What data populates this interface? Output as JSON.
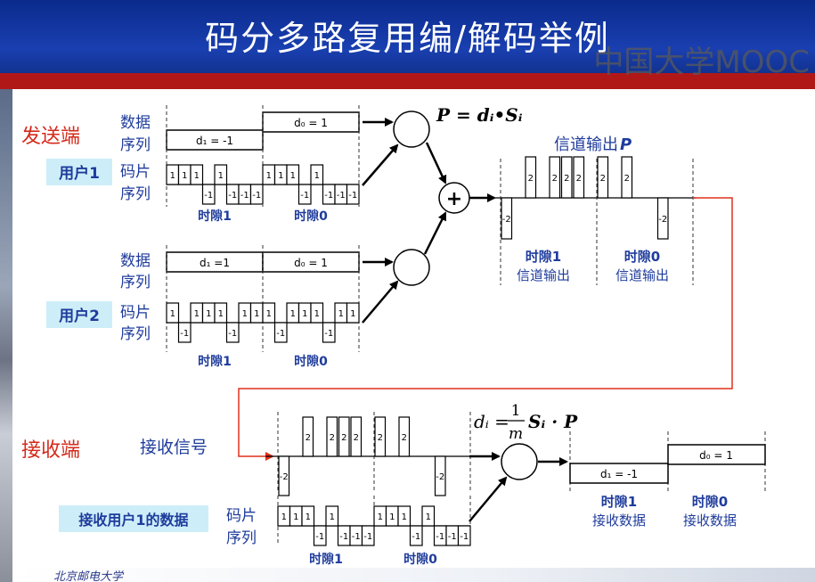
{
  "title": "码分多路复用编/解码举例",
  "watermark": "中国大学MOOC",
  "footer_text": "北京邮电大学",
  "sender": {
    "label": "发送端",
    "user1": {
      "label": "用户1",
      "data_seq_label": [
        "数据",
        "序列"
      ],
      "chip_seq_label": [
        "码片",
        "序列"
      ],
      "d1": "d₁ = -1",
      "d0": "d₀ = 1",
      "chips_slot1": [
        1,
        1,
        1,
        -1,
        1,
        -1,
        -1,
        -1
      ],
      "chips_slot0": [
        1,
        1,
        1,
        -1,
        1,
        -1,
        -1,
        -1
      ],
      "slot1_label": "时隙1",
      "slot0_label": "时隙0"
    },
    "user2": {
      "label": "用户2",
      "data_seq_label": [
        "数据",
        "序列"
      ],
      "chip_seq_label": [
        "码片",
        "序列"
      ],
      "d1": "d₁ =1",
      "d0": "d₀ = 1",
      "chips_slot1": [
        1,
        -1,
        1,
        1,
        1,
        -1,
        1,
        1
      ],
      "chips_slot0": [
        1,
        -1,
        1,
        1,
        1,
        -1,
        1,
        1
      ],
      "slot1_label": "时隙1",
      "slot0_label": "时隙0"
    },
    "formula": "P = dᵢ•Sᵢ",
    "plus": "+"
  },
  "channel": {
    "label": "信道输出",
    "label_var": "P",
    "values_slot1": [
      -2,
      0,
      2,
      0,
      2,
      2,
      2,
      0
    ],
    "values_slot0": [
      2,
      0,
      2,
      0,
      0,
      -2,
      0,
      0
    ],
    "slot1_label": [
      "时隙1",
      "信道输出"
    ],
    "slot0_label": [
      "时隙0",
      "信道输出"
    ]
  },
  "receiver": {
    "label": "接收端",
    "signal_label": "接收信号",
    "user_label": "接收用户1的数据",
    "chip_seq_label": [
      "码片",
      "序列"
    ],
    "formula_lhs": "dᵢ =",
    "formula_num": "1",
    "formula_den": "m",
    "formula_rhs": "Sᵢ · P",
    "signal_slot1": [
      -2,
      0,
      2,
      0,
      2,
      2,
      2,
      0
    ],
    "signal_slot0": [
      2,
      0,
      2,
      0,
      0,
      -2,
      0,
      0
    ],
    "chips_slot1": [
      1,
      1,
      1,
      -1,
      1,
      -1,
      -1,
      -1
    ],
    "chips_slot0": [
      1,
      1,
      1,
      -1,
      1,
      -1,
      -1,
      -1
    ],
    "slot1_label": "时隙1",
    "slot0_label": "时隙0",
    "out_d1": "d₁ = -1",
    "out_d0": "d₀ = 1",
    "out_slot1_label": [
      "时隙1",
      "接收数据"
    ],
    "out_slot0_label": [
      "时隙0",
      "接收数据"
    ]
  },
  "colors": {
    "header": "#1a3fb0",
    "stripe": "#b01818",
    "red_text": "#d42a1a",
    "blue_text": "#1f3c9c",
    "label_bg": "#cdeef8",
    "red_line": "#e0301c"
  }
}
